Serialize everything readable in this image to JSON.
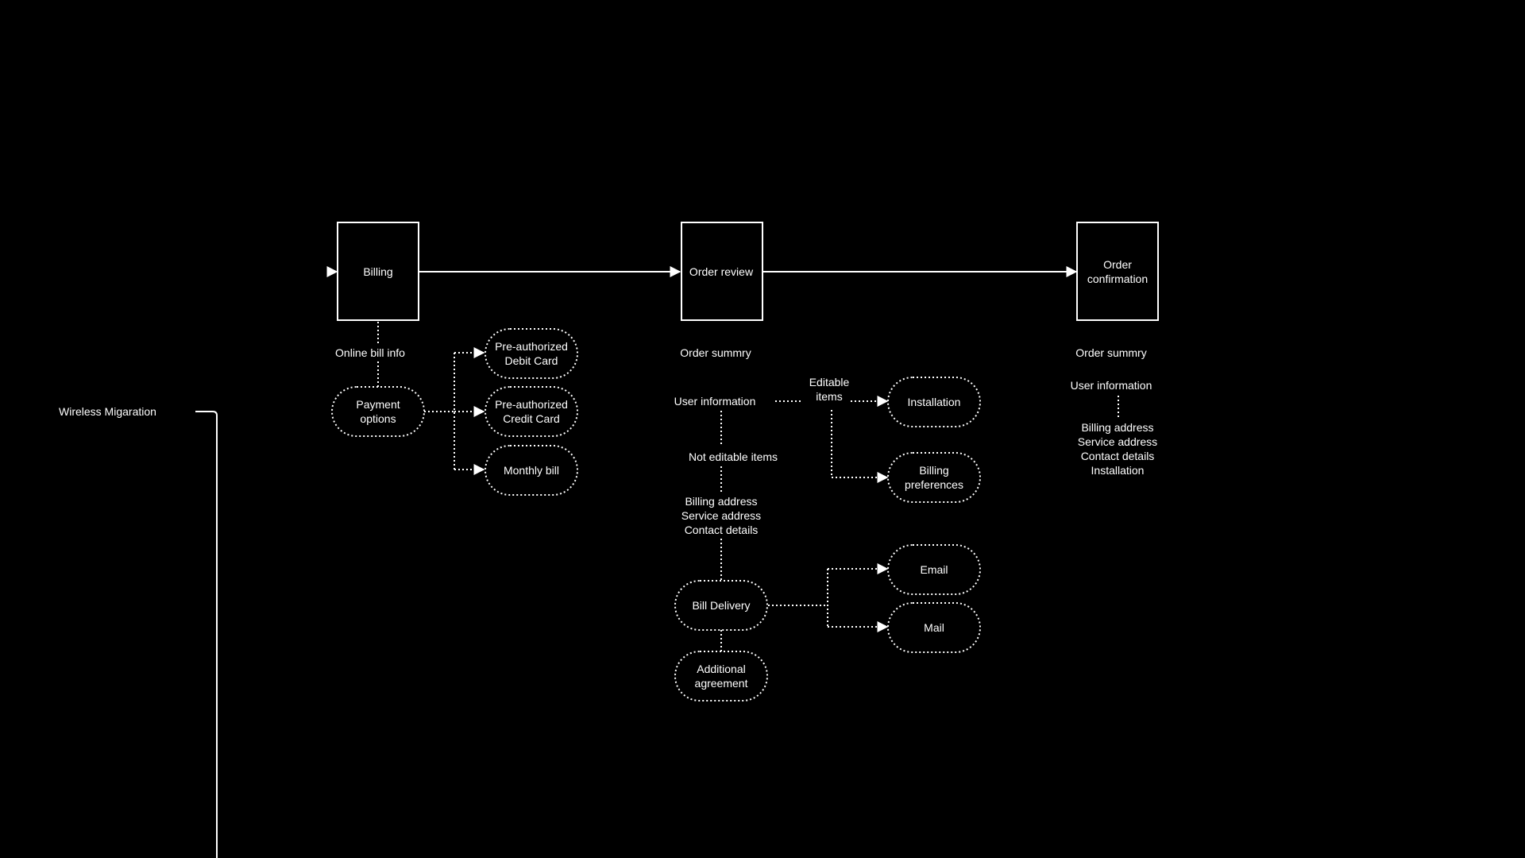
{
  "colors": {
    "background": "#000000",
    "foreground": "#ffffff"
  },
  "steps": {
    "billing": "Billing",
    "order_review": "Order review",
    "order_confirmation": [
      "Order",
      "confirmation"
    ]
  },
  "side": {
    "wireless_migration": "Wireless Migaration"
  },
  "billing_branch": {
    "online_bill_info": "Online bill info",
    "payment_options": [
      "Payment",
      "options"
    ],
    "options": {
      "debit": [
        "Pre-authorized",
        "Debit Card"
      ],
      "credit": [
        "Pre-authorized",
        "Credit Card"
      ],
      "monthly": "Monthly bill"
    }
  },
  "review_branch": {
    "order_summary": "Order summry",
    "user_information": "User information",
    "editable_items": [
      "Editable",
      "items"
    ],
    "installation": "Installation",
    "billing_preferences": [
      "Billing",
      "preferences"
    ],
    "not_editable_items": "Not editable items",
    "not_editable_list": [
      "Billing address",
      "Service address",
      "Contact details"
    ],
    "bill_delivery": "Bill Delivery",
    "email": "Email",
    "mail": "Mail",
    "additional_agreement": [
      "Additional",
      "agreement"
    ]
  },
  "confirmation_branch": {
    "order_summary": "Order summry",
    "user_information": "User information",
    "details": [
      "Billing address",
      "Service address",
      "Contact details",
      "Installation"
    ]
  }
}
